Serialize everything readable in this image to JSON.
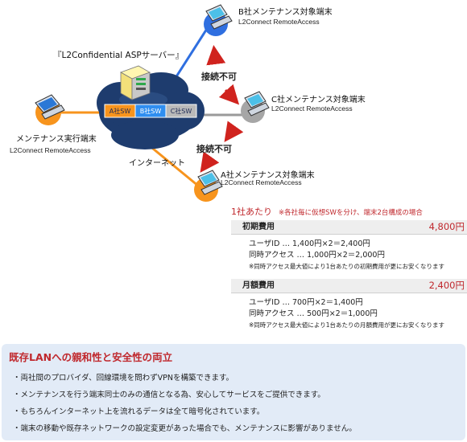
{
  "diagram": {
    "server_label": "『L2Confidential ASPサーバー』",
    "switches": [
      "A社SW",
      "B社SW",
      "C社SW"
    ],
    "cloud_label": "インターネット",
    "executor": {
      "name": "メンテナンス実行端末",
      "software": "L2Connect RemoteAccess"
    },
    "targets": [
      {
        "name": "B社メンテナンス対象端末",
        "software": "L2Connect RemoteAccess"
      },
      {
        "name": "C社メンテナンス対象端末",
        "software": "L2Connect RemoteAccess"
      },
      {
        "name": "A社メンテナンス対象端末",
        "software": "L2Connect RemoteAccess"
      }
    ],
    "deny_labels": [
      "接続不可",
      "接続不可"
    ],
    "colors": {
      "orange": "#f7941d",
      "blue": "#2f6fe0",
      "gray": "#9a9a9a",
      "red": "#d0231e",
      "cloud": "#1e3c6e",
      "box_bg": "#e2ebf7"
    }
  },
  "pricing": {
    "heading": "1社あたり",
    "heading_note": "※各社毎に仮想SWを分け、端末2台構成の場合",
    "sections": [
      {
        "label": "初期費用",
        "amount": "4,800円",
        "lines": [
          "ユーザID … 1,400円×2＝2,400円",
          "同時アクセス … 1,000円×2＝2,000円"
        ],
        "note": "※同時アクセス最大値により1台あたりの初期費用が更にお安くなります"
      },
      {
        "label": "月額費用",
        "amount": "2,400円",
        "lines": [
          "ユーザID … 700円×2＝1,400円",
          "同時アクセス … 500円×2＝1,000円"
        ],
        "note": "※同時アクセス最大値により1台あたりの月額費用が更にお安くなります"
      }
    ]
  },
  "merit": {
    "title": "既存LANへの親和性と安全性の両立",
    "items": [
      "・両社間のプロバイダ、回線環境を問わずVPNを構築できます。",
      "・メンテナンスを行う端末同士のみの通信となる為、安心してサービスをご提供できます。",
      "・もちろんインターネット上を流れるデータは全て暗号化されています。",
      "・端末の移動や既存ネットワークの設定変更があった場合でも、メンテナンスに影響がありません。"
    ]
  }
}
